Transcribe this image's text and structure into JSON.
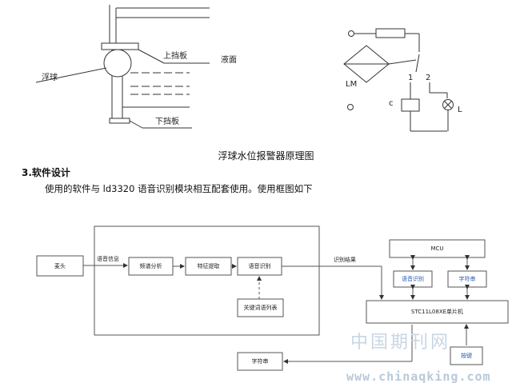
{
  "float_diagram": {
    "upper_baffle": "上挡板",
    "liquid_level": "液面",
    "float_ball": "浮球",
    "lower_baffle": "下挡板"
  },
  "circuit": {
    "lm_label": "LM",
    "switch_1": "1",
    "switch_2": "2",
    "coil_c": "c",
    "lamp_l": "L"
  },
  "caption": "浮球水位报警器原理图",
  "heading": "3.软件设计",
  "body_text": "使用的软件与 ld3320 语音识别模块相互配套使用。使用框图如下",
  "block_diagram": {
    "mic": "麦头",
    "voice_info": "语音信息",
    "spectrum": "频谱分析",
    "feature": "特征提取",
    "recognition": "语音识别",
    "keyword_list": "关键词语列表",
    "result": "识别结果",
    "mcu": "MCU",
    "voice_recog_blue": "语音识别",
    "string_blue": "字符串",
    "stc": "STC11L08XE单片机",
    "string_bottom": "字符串",
    "button": "按键"
  },
  "watermark": {
    "cn": "中国期刊网",
    "url": "www.chinaqking.com"
  }
}
